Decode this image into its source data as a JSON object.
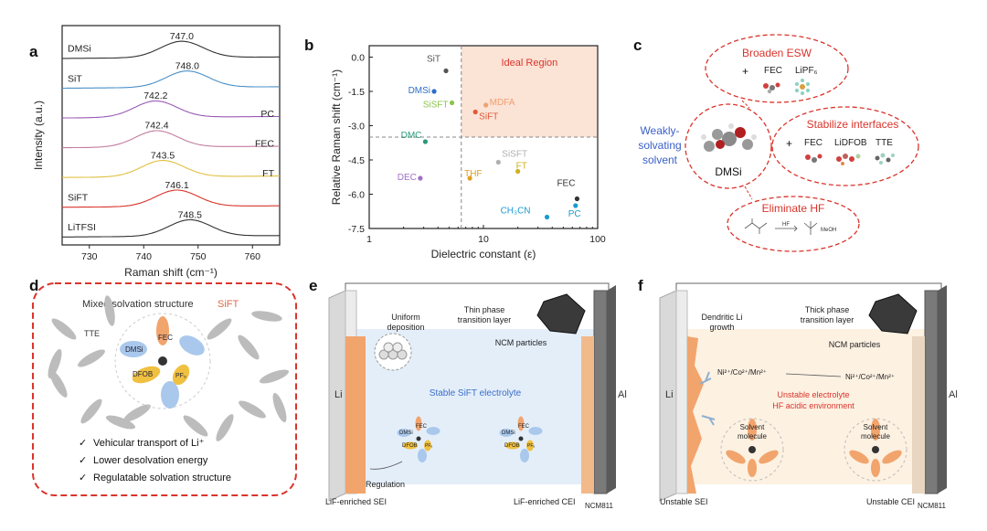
{
  "panels": {
    "a": "a",
    "b": "b",
    "c": "c",
    "d": "d",
    "e": "e",
    "f": "f"
  },
  "panel_a": {
    "chart_data": {
      "type": "line",
      "xlabel": "Raman shift (cm⁻¹)",
      "ylabel": "Intensity (a.u.)",
      "xlim": [
        725,
        765
      ],
      "xticks": [
        730,
        740,
        750,
        760
      ],
      "grid": false,
      "series": [
        {
          "name": "DMSi",
          "color": "#333333",
          "peak": 747.0,
          "peak_label": "747.0"
        },
        {
          "name": "SiT",
          "color": "#4a90c8",
          "peak": 748.0,
          "peak_label": "748.0"
        },
        {
          "name": "PC",
          "color": "#9b59b6",
          "peak": 742.2,
          "peak_label": "742.2"
        },
        {
          "name": "FEC",
          "color": "#c27ba0",
          "peak": 742.4,
          "peak_label": "742.4"
        },
        {
          "name": "FT",
          "color": "#e0c040",
          "peak": 743.5,
          "peak_label": "743.5"
        },
        {
          "name": "SiFT",
          "color": "#d9342b",
          "peak": 746.1,
          "peak_label": "746.1"
        },
        {
          "name": "LiTFSI",
          "color": "#333333",
          "peak": 748.5,
          "peak_label": "748.5"
        }
      ]
    }
  },
  "panel_b": {
    "chart_data": {
      "type": "scatter",
      "xlabel": "Dielectric constant (ε)",
      "ylabel": "Relative Raman shift (cm⁻¹)",
      "xscale": "log",
      "xlim": [
        1,
        100
      ],
      "ylim": [
        -7.5,
        0.5
      ],
      "xticks": [
        1,
        10,
        100
      ],
      "yticks": [
        0.0,
        -1.5,
        -3.0,
        -4.5,
        -6.0,
        -7.5
      ],
      "ytick_labels": [
        "0.0",
        "-1.5",
        "-3.0",
        "-4.5",
        "-6.0",
        "-7.5"
      ],
      "region_label": "Ideal Region",
      "points": [
        {
          "label": "SiT",
          "x": 4.7,
          "y": -0.6,
          "color": "#555555"
        },
        {
          "label": "DMSi",
          "x": 3.7,
          "y": -1.5,
          "color": "#2a6fc9"
        },
        {
          "label": "SiSFT",
          "x": 5.3,
          "y": -2.0,
          "color": "#8ac54a"
        },
        {
          "label": "MDFA",
          "x": 10.5,
          "y": -2.1,
          "color": "#f0a070"
        },
        {
          "label": "SiFT",
          "x": 8.5,
          "y": -2.4,
          "color": "#e05a3a"
        },
        {
          "label": "DMC",
          "x": 3.1,
          "y": -3.7,
          "color": "#2a9a7a"
        },
        {
          "label": "DEC",
          "x": 2.8,
          "y": -5.3,
          "color": "#a070c8"
        },
        {
          "label": "SiSFT",
          "x": 13.5,
          "y": -4.6,
          "color": "#b0b0b0"
        },
        {
          "label": "THF",
          "x": 7.6,
          "y": -5.3,
          "color": "#e0a020"
        },
        {
          "label": "FT",
          "x": 20.0,
          "y": -5.0,
          "color": "#d0b020"
        },
        {
          "label": "FEC",
          "x": 66.0,
          "y": -6.2,
          "color": "#333333"
        },
        {
          "label": "CH₃CN",
          "x": 36.0,
          "y": -7.0,
          "color": "#1a9ad0"
        },
        {
          "label": "PC",
          "x": 64.0,
          "y": -6.5,
          "color": "#1a9ad0"
        }
      ]
    }
  },
  "panel_c": {
    "center_label": "DMSi",
    "side_label": "Weakly-solvating solvent",
    "side_label_l1": "Weakly-",
    "side_label_l2": "solvating",
    "side_label_l3": "solvent",
    "esw_title": "Broaden ESW",
    "esw_plus": "+",
    "esw_items": [
      "FEC",
      "LiPF₆"
    ],
    "stab_title": "Stabilize interfaces",
    "stab_plus": "+",
    "stab_items": [
      "FEC",
      "LiDFOB",
      "TTE"
    ],
    "hf_title": "Eliminate HF",
    "hf_reagent": "HF",
    "hf_product": "MeOH"
  },
  "panel_d": {
    "title": "Mixed solvation structure",
    "title_em": "SiFT",
    "tte": "TTE",
    "molecules": [
      "DMSi",
      "FEC",
      "DFOB",
      "PF₆"
    ],
    "bullets": [
      "Vehicular transport of Li⁺",
      "Lower desolvation energy",
      "Regulatable solvation structure"
    ],
    "check": "✓"
  },
  "panel_e": {
    "li": "Li",
    "al": "Al",
    "uniform": "Uniform deposition",
    "uniform_l1": "Uniform",
    "uniform_l2": "deposition",
    "thin": "Thin phase transition layer",
    "thin_l1": "Thin phase",
    "thin_l2": "transition layer",
    "ncm_particles": "NCM particles",
    "electrolyte": "Stable SiFT electrolyte",
    "regulation": "Regulation",
    "sei": "LiF-enriched SEI",
    "cei": "LiF-enriched CEI",
    "ncm811": "NCM811",
    "molecules": [
      "DMSi",
      "FEC",
      "DFOB",
      "PF₆"
    ]
  },
  "panel_f": {
    "li": "Li",
    "al": "Al",
    "dendritic": "Dendritic Li growth",
    "dendritic_l1": "Dendritic Li",
    "dendritic_l2": "growth",
    "thick": "Thick phase transition layer",
    "thick_l1": "Thick phase",
    "thick_l2": "transition layer",
    "ncm_particles": "NCM particles",
    "ions_left": "Ni²⁺/Co²⁺/Mn²⁺",
    "ions_right": "Ni²⁺/Co²⁺/Mn²⁺",
    "unstable_l1": "Unstable electrolyte",
    "unstable_l2": "HF acidic environment",
    "solvent_l1": "Solvent",
    "solvent_l2": "molecule",
    "sei": "Unstable SEI",
    "cei": "Unstable CEI",
    "ncm811": "NCM811"
  },
  "colors": {
    "red_dashed": "#d9342b",
    "orange": "#f2a46d",
    "lightblue": "#b8d4ee",
    "ideal": "#fbe3d6"
  }
}
